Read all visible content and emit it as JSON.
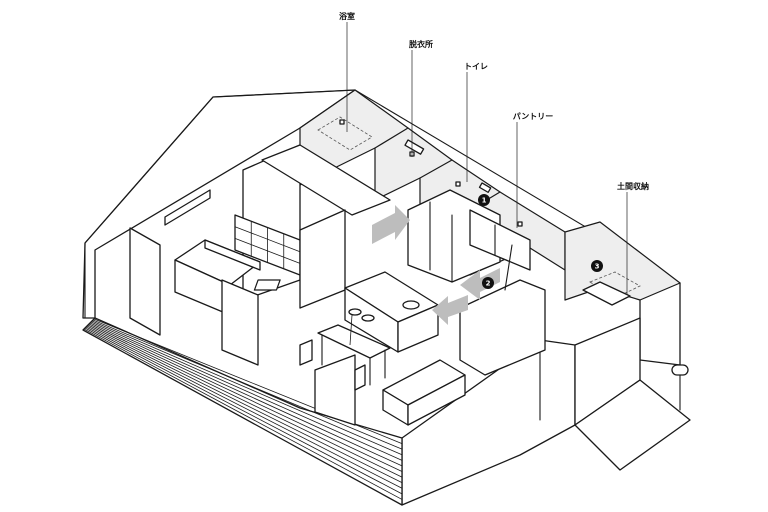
{
  "labels": {
    "bath": "浴室",
    "dressing": "脱衣所",
    "toilet": "トイレ",
    "pantry": "パントリー",
    "entrance_storage": "土間収納"
  },
  "markers": {
    "m1": "1",
    "m2": "2",
    "m3": "3"
  },
  "colors": {
    "line": "#1a1a1a",
    "room_tint": "#eeeeee",
    "arrow": "#bdbdbd",
    "marker": "#111111"
  }
}
